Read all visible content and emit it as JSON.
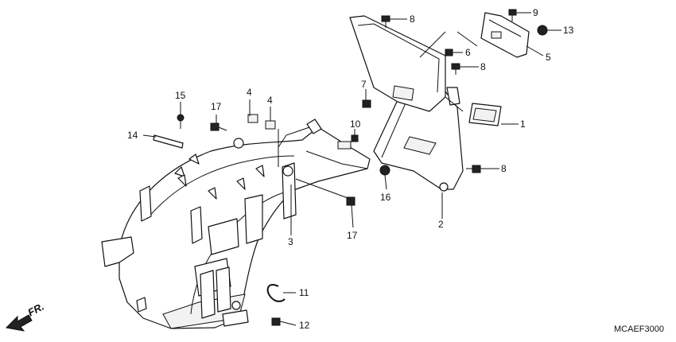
{
  "diagram": {
    "code": "MCAEF3000",
    "direction_label": "FR.",
    "callouts": [
      {
        "id": "c1",
        "label": "1"
      },
      {
        "id": "c2",
        "label": "2"
      },
      {
        "id": "c3",
        "label": "3"
      },
      {
        "id": "c4a",
        "label": "4"
      },
      {
        "id": "c4b",
        "label": "4"
      },
      {
        "id": "c5",
        "label": "5"
      },
      {
        "id": "c6",
        "label": "6"
      },
      {
        "id": "c7",
        "label": "7"
      },
      {
        "id": "c8a",
        "label": "8"
      },
      {
        "id": "c8b",
        "label": "8"
      },
      {
        "id": "c8c",
        "label": "8"
      },
      {
        "id": "c9",
        "label": "9"
      },
      {
        "id": "c10",
        "label": "10"
      },
      {
        "id": "c11",
        "label": "11"
      },
      {
        "id": "c12",
        "label": "12"
      },
      {
        "id": "c13",
        "label": "13"
      },
      {
        "id": "c14",
        "label": "14"
      },
      {
        "id": "c15",
        "label": "15"
      },
      {
        "id": "c16",
        "label": "16"
      },
      {
        "id": "c17a",
        "label": "17"
      },
      {
        "id": "c17b",
        "label": "17"
      }
    ]
  }
}
